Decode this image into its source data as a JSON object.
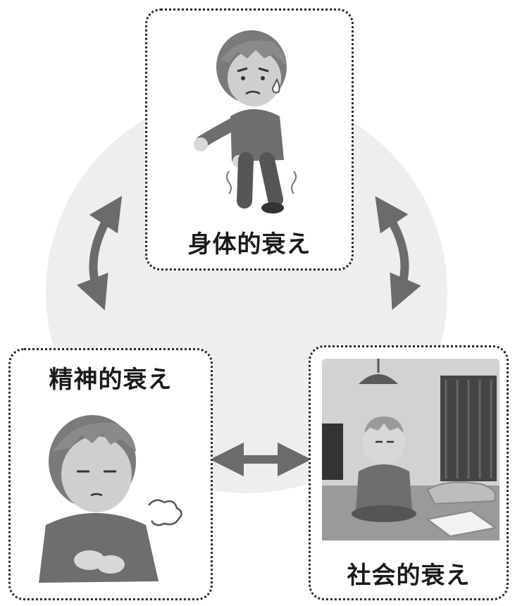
{
  "nodes": {
    "physical": {
      "label": "身体的衰え",
      "icon": "elderly-man-trembling-icon"
    },
    "mental": {
      "label": "精神的衰え",
      "icon": "elderly-man-sighing-icon"
    },
    "social": {
      "label": "社会的衰え",
      "icon": "elderly-man-alone-in-room-icon"
    }
  },
  "connections": [
    {
      "from": "physical",
      "to": "mental",
      "type": "bidirectional"
    },
    {
      "from": "physical",
      "to": "social",
      "type": "bidirectional"
    },
    {
      "from": "mental",
      "to": "social",
      "type": "bidirectional"
    }
  ],
  "colors": {
    "arrow": "#6b6b6b",
    "background_circle": "#eeeeee",
    "border": "#2a2a2a",
    "text": "#1a1a1a"
  }
}
